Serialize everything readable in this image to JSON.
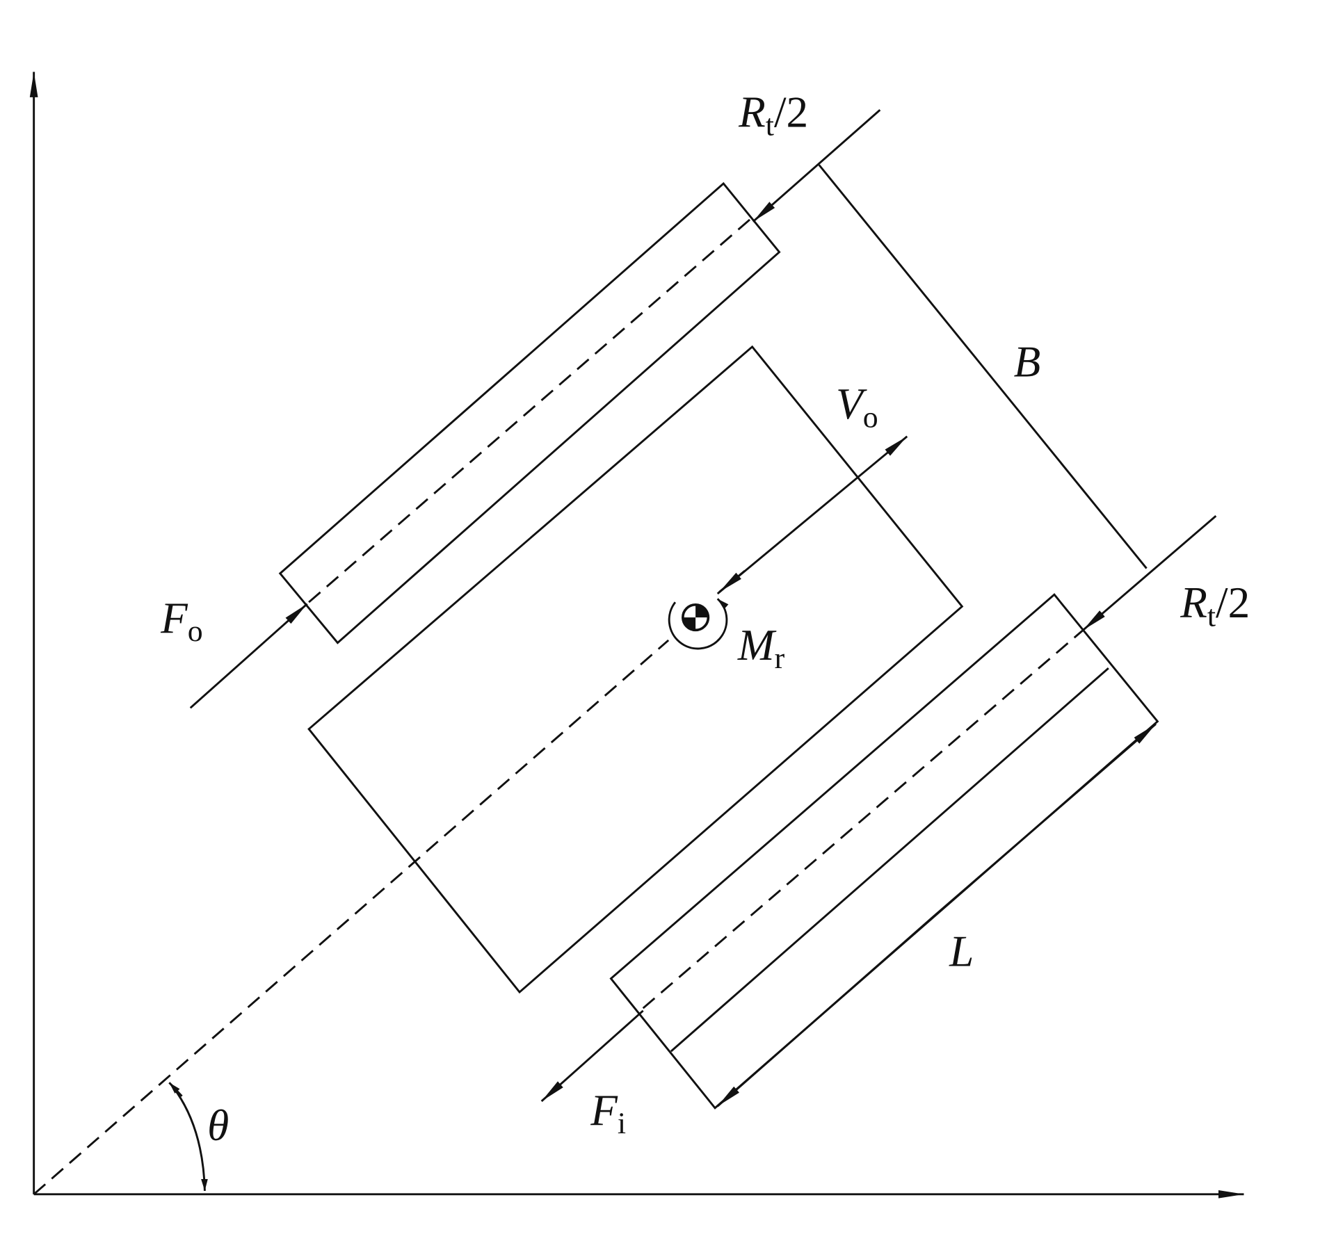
{
  "labels": {
    "rt_half_top": {
      "main": "R",
      "sub": "t",
      "rest": "/2"
    },
    "rt_half_right": {
      "main": "R",
      "sub": "t",
      "rest": "/2"
    },
    "b": "B",
    "v_o": {
      "main": "V",
      "sub": "o"
    },
    "f_o": {
      "main": "F",
      "sub": "o"
    },
    "m_r": {
      "main": "M",
      "sub": "r"
    },
    "l": "L",
    "f_i": {
      "main": "F",
      "sub": "i"
    },
    "theta": "θ"
  }
}
